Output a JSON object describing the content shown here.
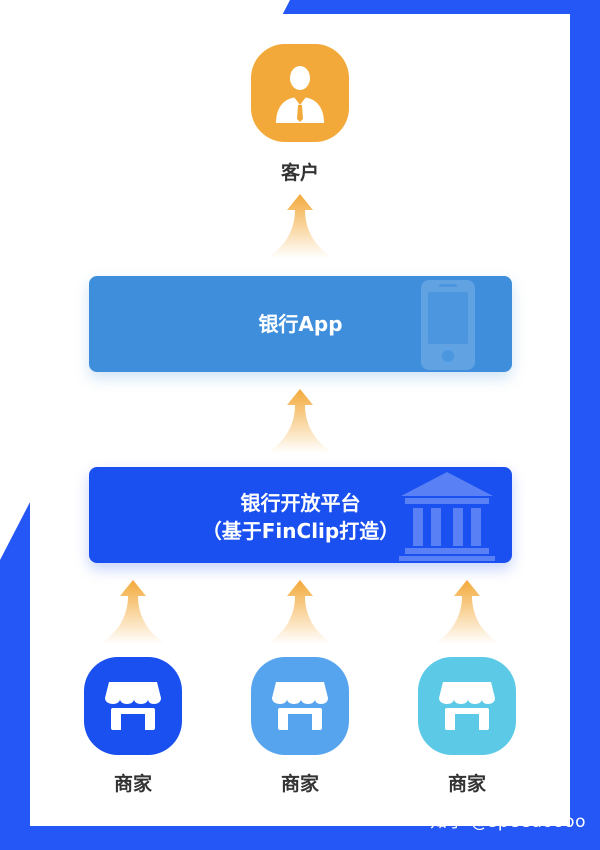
{
  "nodes": {
    "customer": {
      "label": "客户",
      "icon": "customer-avatar-icon",
      "color": "#f3a93a"
    },
    "merchants": [
      {
        "label": "商家",
        "icon": "storefront-icon",
        "color": "#1a4ff0"
      },
      {
        "label": "商家",
        "icon": "storefront-icon",
        "color": "#56a4ee"
      },
      {
        "label": "商家",
        "icon": "storefront-icon",
        "color": "#5ccae6"
      }
    ]
  },
  "bars": {
    "app": {
      "label": "银行App",
      "icon": "mobile-phone-icon",
      "color": "#3e8edc"
    },
    "platform": {
      "line1": "银行开放平台",
      "line2": "（基于FinClip打造）",
      "icon": "bank-building-icon",
      "color": "#1a4ff0"
    }
  },
  "colors": {
    "frame": "#2457f5",
    "arrow": "#f3a93a"
  },
  "watermark": "知乎 @speedoooo"
}
